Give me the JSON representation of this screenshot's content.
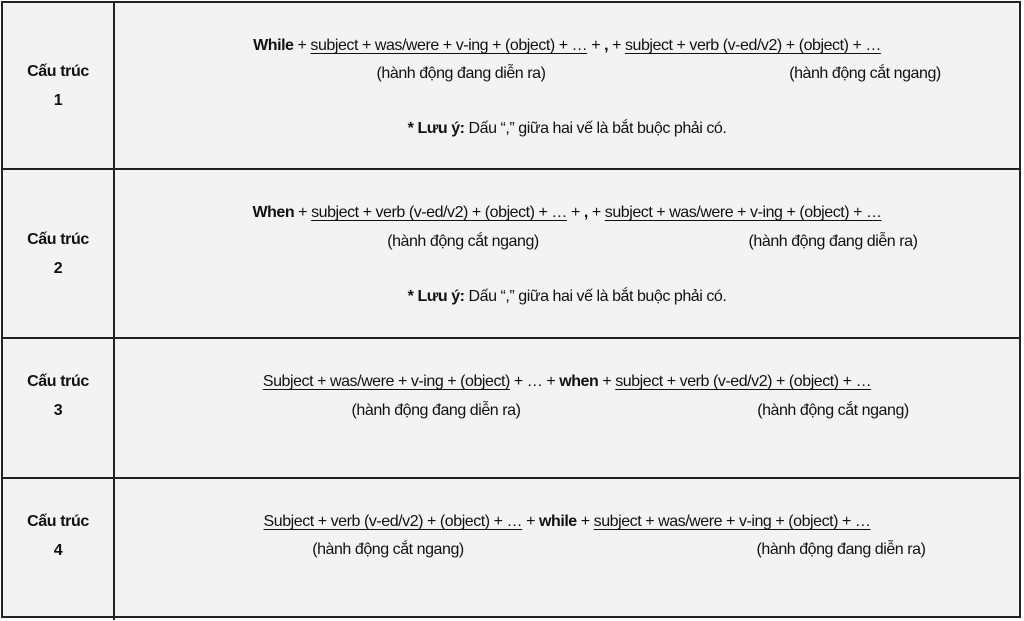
{
  "note": {
    "label": "* Lưu ý:",
    "text": " Dấu “,” giữa hai vế là bắt buộc phải có."
  },
  "plus": " + ",
  "comma": ",",
  "labels": {
    "ongoing": "(hành động đang diễn ra)",
    "interrupt": "(hành động cắt ngang)"
  },
  "rows": [
    {
      "head1": "Cấu trúc",
      "head2": "1",
      "kw": "While",
      "a": "subject + was/were + v-ing + (object) + …",
      "b": "subject + verb (v-ed/v2) + (object) + …"
    },
    {
      "head1": "Cấu trúc",
      "head2": "2",
      "kw": "When",
      "a": "subject + verb (v-ed/v2) + (object) + …",
      "b": "subject + was/were + v-ing + (object) + …"
    },
    {
      "head1": "Cấu trúc",
      "head2": "3",
      "kw": "when",
      "a": "Subject + was/were + v-ing + (object)",
      "mid": " + … + ",
      "b": "subject + verb (v-ed/v2) + (object) + …"
    },
    {
      "head1": "Cấu trúc",
      "head2": "4",
      "kw": "while",
      "a": "Subject + verb (v-ed/v2) + (object) + …",
      "b": "subject + was/were + v-ing + (object) + …"
    }
  ]
}
